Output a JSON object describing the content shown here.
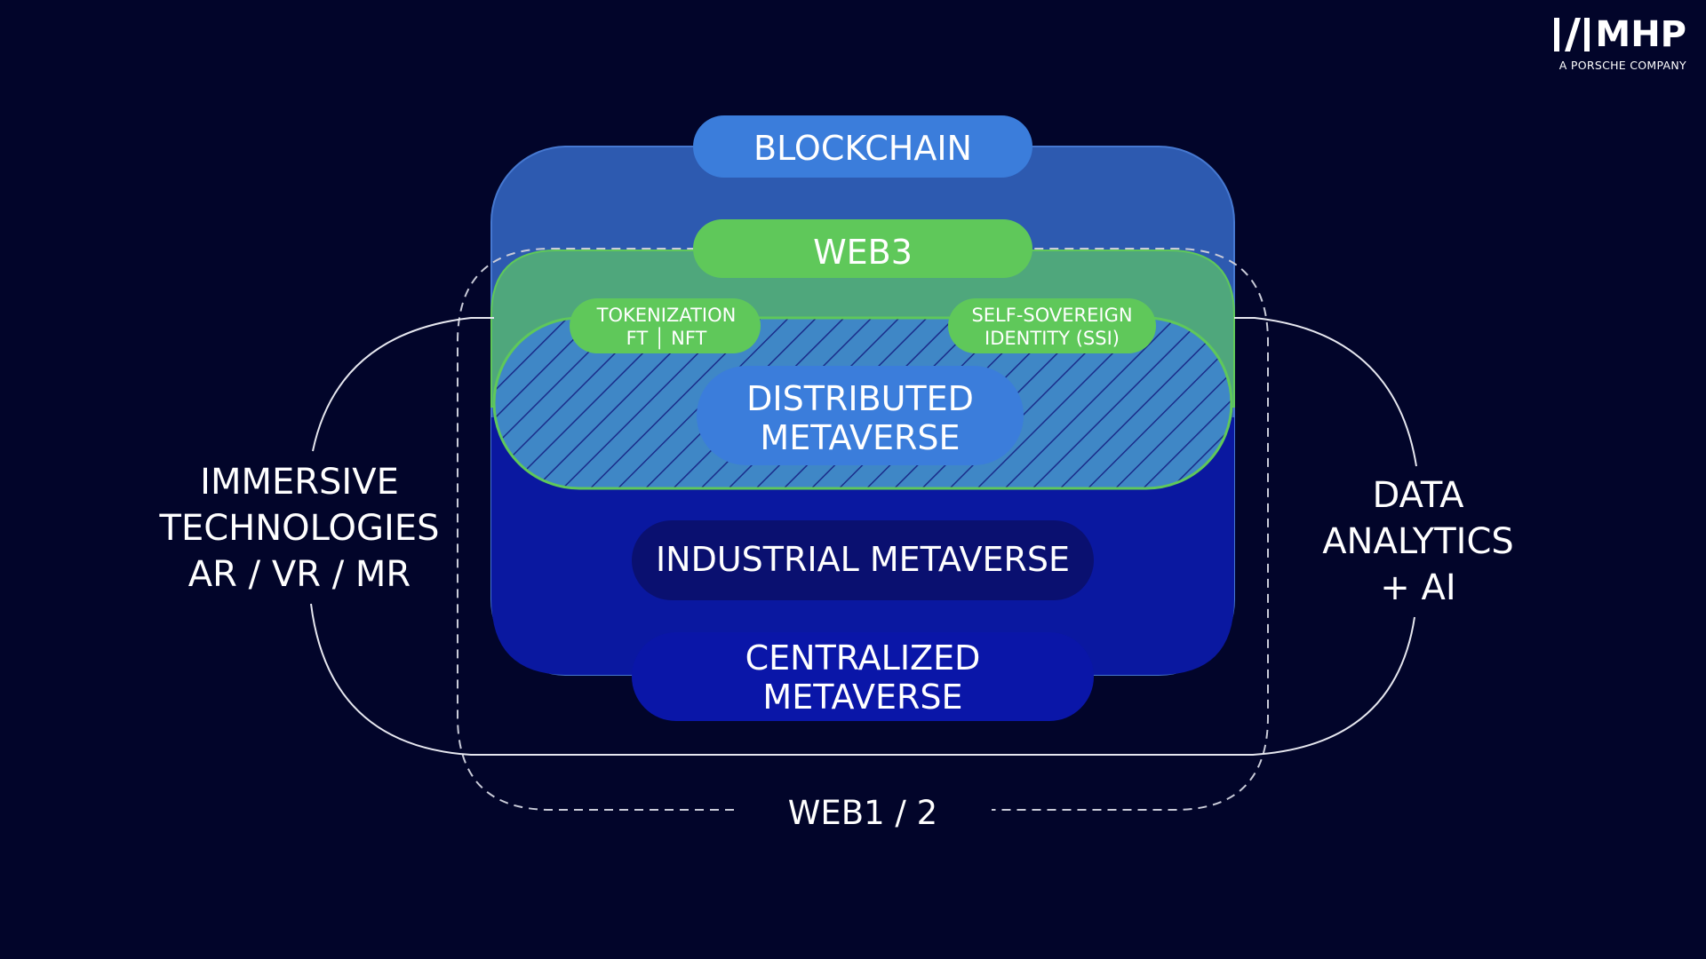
{
  "brand": {
    "logo_text": "MHP",
    "tagline": "A PORSCHE COMPANY"
  },
  "labels": {
    "blockchain": "BLOCKCHAIN",
    "web3": "WEB3",
    "tokenization_line1": "TOKENIZATION",
    "tokenization_line2": "FT │ NFT",
    "ssi_line1": "SELF-SOVEREIGN",
    "ssi_line2": "IDENTITY (SSI)",
    "distributed_line1": "DISTRIBUTED",
    "distributed_line2": "METAVERSE",
    "industrial": "INDUSTRIAL METAVERSE",
    "centralized_line1": "CENTRALIZED",
    "centralized_line2": "METAVERSE",
    "web12": "WEB1 / 2",
    "immersive_line1": "IMMERSIVE",
    "immersive_line2": "TECHNOLOGIES",
    "immersive_line3": "AR / VR / MR",
    "data_line1": "DATA",
    "data_line2": "ANALYTICS",
    "data_line3": "+ AI"
  },
  "colors": {
    "background": "#02052a",
    "blockchain": "#3b7ddb",
    "web3": "#5fc85a",
    "industrial": "#0a1070",
    "centralized": "#0a16a8"
  }
}
